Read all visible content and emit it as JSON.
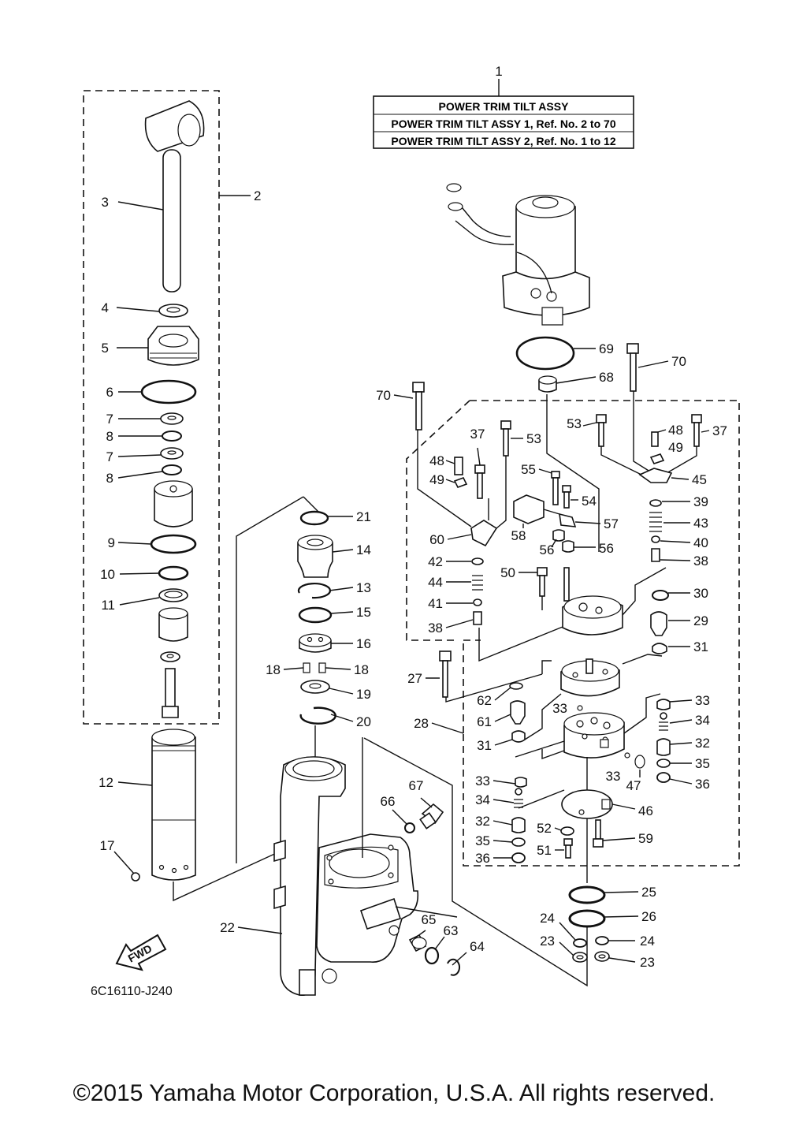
{
  "title_box": {
    "line1": "POWER TRIM TILT ASSY",
    "line2": "POWER TRIM TILT ASSY 1,  Ref. No. 2 to 70",
    "line3": "POWER TRIM TILT ASSY 2,  Ref. No. 1 to 12"
  },
  "diagram_code": "6C16110-J240",
  "fwd_label": "FWD",
  "copyright": "©2015 Yamaha Motor Corporation, U.S.A. All rights reserved.",
  "callouts": {
    "c1": "1",
    "c2": "2",
    "c3": "3",
    "c4": "4",
    "c5": "5",
    "c6": "6",
    "c7a": "7",
    "c7b": "7",
    "c8a": "8",
    "c8b": "8",
    "c9": "9",
    "c10": "10",
    "c11": "11",
    "c12": "12",
    "c13": "13",
    "c14": "14",
    "c15": "15",
    "c16": "16",
    "c17": "17",
    "c18a": "18",
    "c18b": "18",
    "c19": "19",
    "c20": "20",
    "c21": "21",
    "c22": "22",
    "c23a": "23",
    "c23b": "23",
    "c24a": "24",
    "c24b": "24",
    "c25": "25",
    "c26": "26",
    "c27": "27",
    "c28": "28",
    "c29": "29",
    "c30": "30",
    "c31a": "31",
    "c31b": "31",
    "c32a": "32",
    "c32b": "32",
    "c33a": "33",
    "c33b": "33",
    "c33c": "33",
    "c33d": "33",
    "c34a": "34",
    "c34b": "34",
    "c35a": "35",
    "c35b": "35",
    "c36a": "36",
    "c36b": "36",
    "c37a": "37",
    "c37b": "37",
    "c38a": "38",
    "c38b": "38",
    "c39": "39",
    "c40": "40",
    "c41": "41",
    "c42": "42",
    "c43": "43",
    "c44": "44",
    "c45": "45",
    "c46": "46",
    "c47": "47",
    "c48a": "48",
    "c48b": "48",
    "c49a": "49",
    "c49b": "49",
    "c50": "50",
    "c51": "51",
    "c52": "52",
    "c53a": "53",
    "c53b": "53",
    "c54": "54",
    "c55": "55",
    "c56a": "56",
    "c56b": "56",
    "c57": "57",
    "c58": "58",
    "c59": "59",
    "c60": "60",
    "c61": "61",
    "c62": "62",
    "c63": "63",
    "c64": "64",
    "c65": "65",
    "c66": "66",
    "c67": "67",
    "c68": "68",
    "c69": "69",
    "c70a": "70",
    "c70b": "70"
  }
}
